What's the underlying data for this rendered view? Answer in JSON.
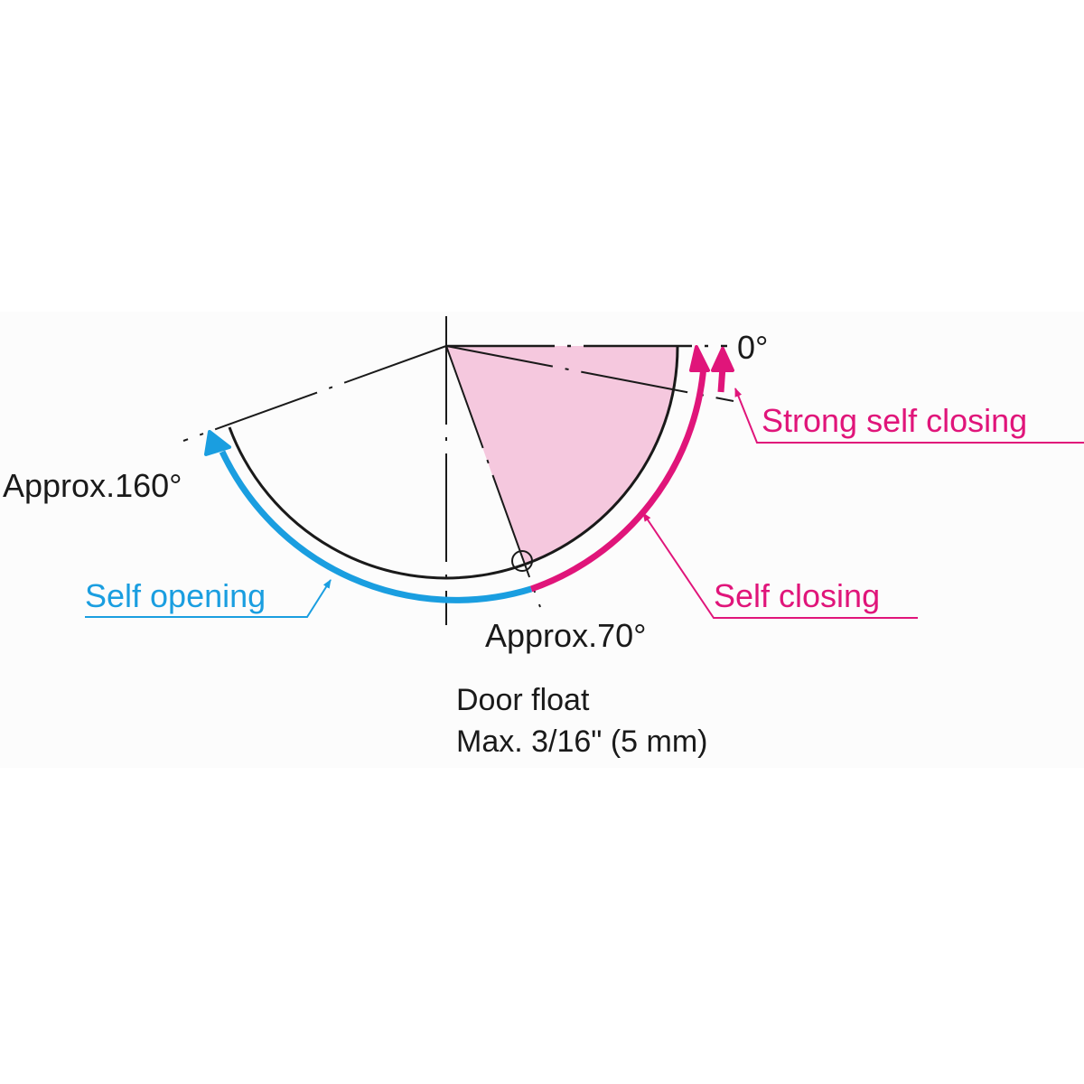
{
  "labels": {
    "zero_angle": "0°",
    "open_angle": "Approx.160°",
    "float_angle": "Approx.70°",
    "self_opening": "Self opening",
    "self_closing": "Self closing",
    "strong_self_closing": "Strong self closing",
    "door_float_line1": "Door float",
    "door_float_line2": "Max. 3/16\" (5 mm)"
  },
  "colors": {
    "line": "#1a1a1a",
    "self_opening": "#1a9ee0",
    "self_closing": "#e0157a",
    "closing_zone_fill": "#f5c8de"
  }
}
